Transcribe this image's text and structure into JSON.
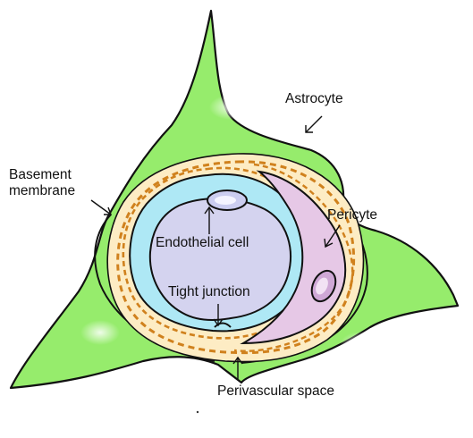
{
  "labels": {
    "astrocyte": "Astrocyte",
    "basement_membrane_line1": "Basement",
    "basement_membrane_line2": "membrane",
    "pericyte": "Pericyte",
    "endothelial_cell": "Endothelial cell",
    "tight_junction": "Tight junction",
    "perivascular_space": "Perivascular space"
  },
  "colors": {
    "astrocyte": "#96ec6c",
    "basement_membrane": "#fdecc4",
    "dashed_membrane": "#d0811d",
    "pericyte": "#e6c8e6",
    "endothelial": "#aee8f5",
    "lumen": "#d4d3ef",
    "nucleus": "#cbcdf0",
    "outline": "#111111"
  }
}
